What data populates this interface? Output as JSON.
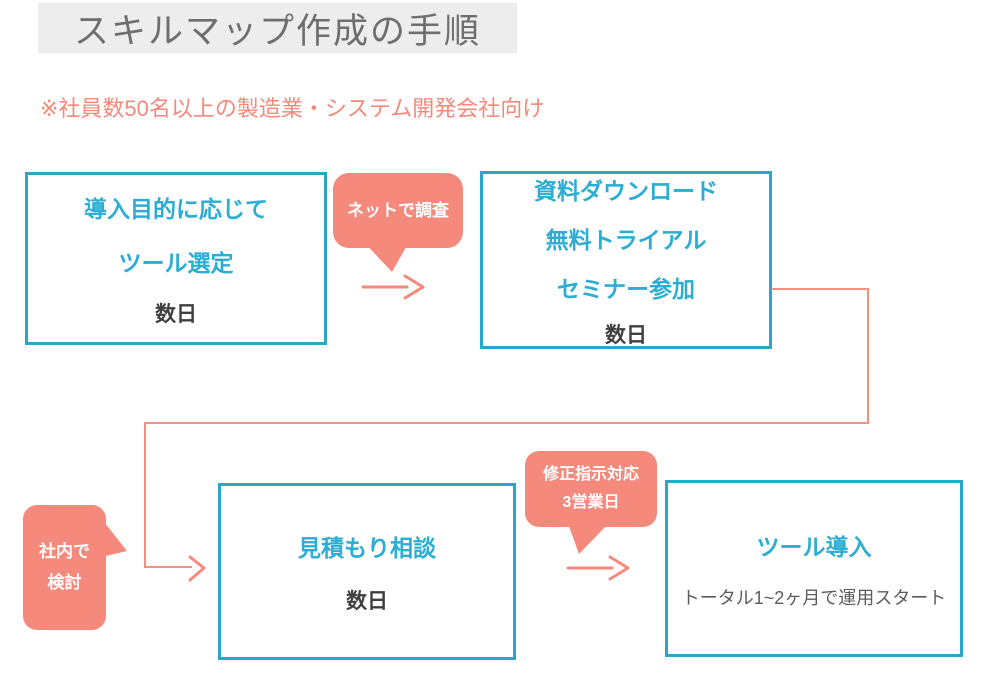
{
  "page": {
    "title": "スキルマップ作成の手順",
    "subtitle": "※社員数50名以上の製造業・システム開発会社向け"
  },
  "colors": {
    "teal": "#2aa6c9",
    "teal-text": "#2badd4",
    "salmon": "#f5897b",
    "salmon-line": "#f0927f",
    "title-bg": "#ededed",
    "title-text": "#6e6e6e",
    "dark-text": "#3f3f3f",
    "note-text": "#5c5c5c"
  },
  "steps": [
    {
      "name": "tool-selection",
      "lines": [
        "導入目的に応じて",
        "ツール選定"
      ],
      "duration": "数日"
    },
    {
      "name": "research",
      "lines": [
        "資料ダウンロード",
        "無料トライアル",
        "セミナー参加"
      ],
      "duration": "数日"
    },
    {
      "name": "quote-consultation",
      "lines": [
        "見積もり相談"
      ],
      "duration": "数日"
    },
    {
      "name": "tool-introduction",
      "lines": [
        "ツール導入"
      ],
      "note": "トータル1~2ヶ月で運用スタート"
    }
  ],
  "callouts": [
    {
      "name": "net-research",
      "lines": [
        "ネットで調査"
      ]
    },
    {
      "name": "internal-review",
      "lines": [
        "社内で",
        "検討"
      ]
    },
    {
      "name": "revision-response",
      "lines": [
        "修正指示対応",
        "3営業日"
      ]
    }
  ]
}
